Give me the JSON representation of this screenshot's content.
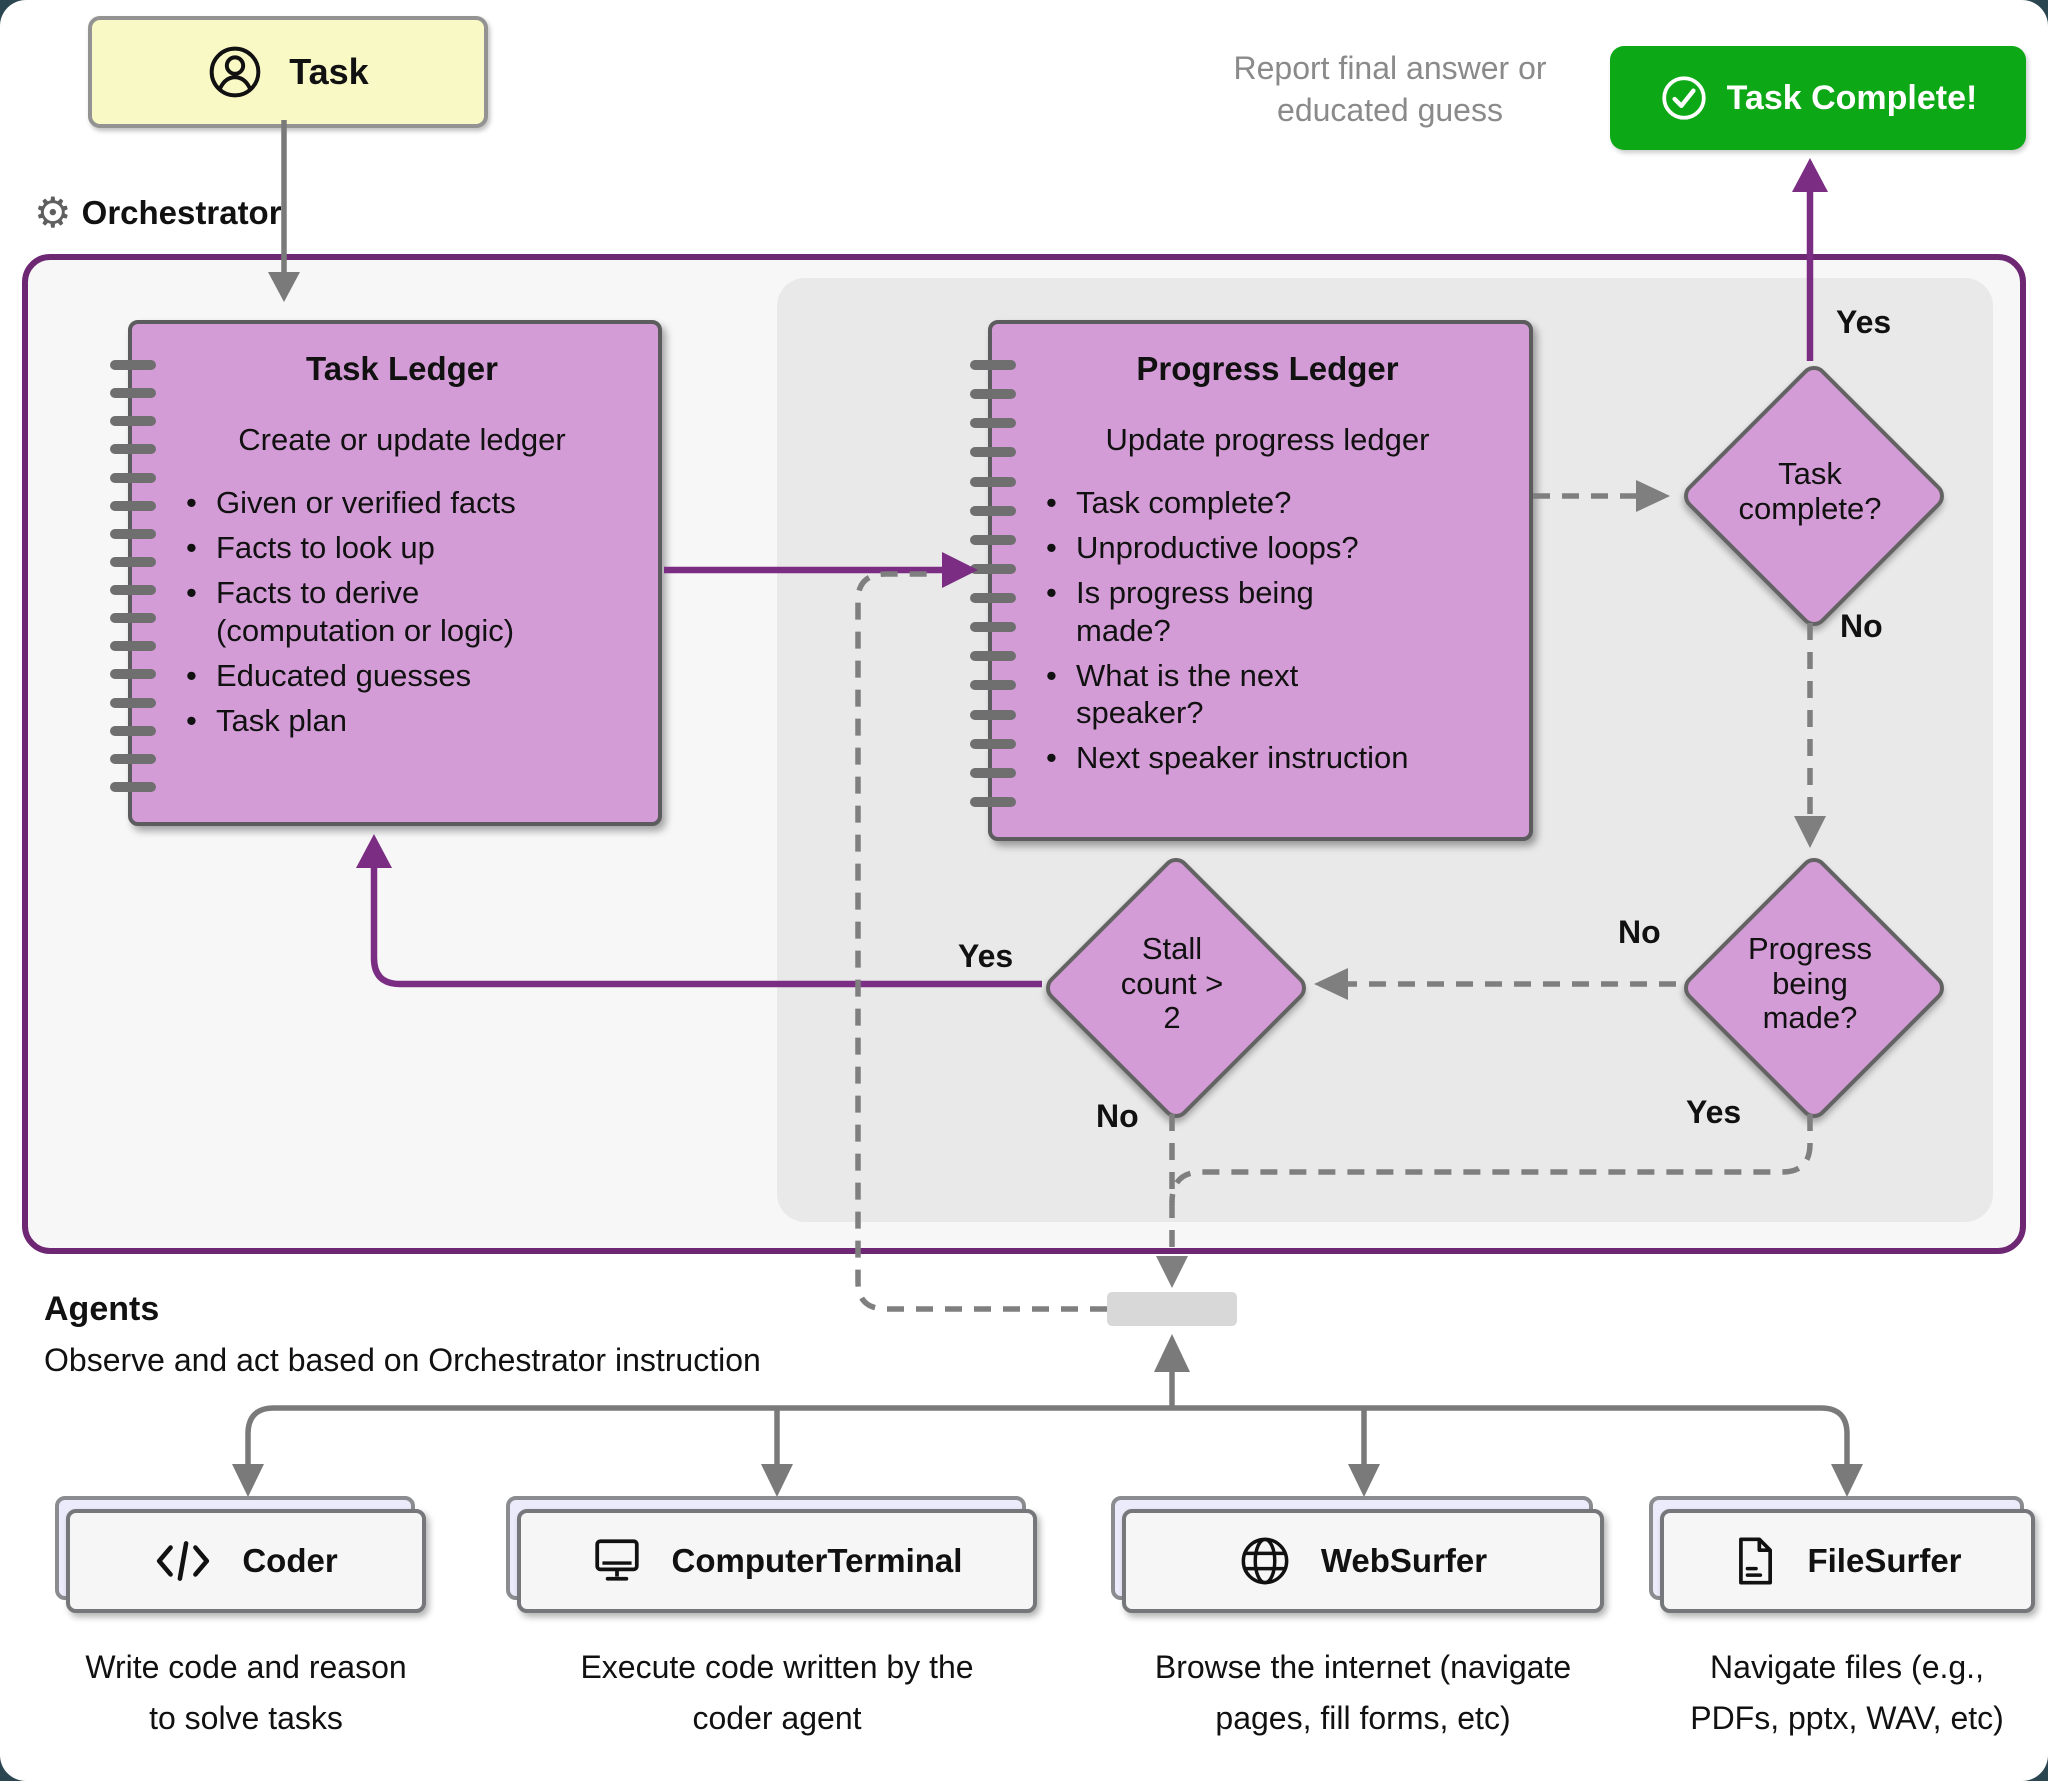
{
  "icons": {
    "gear": "⚙"
  },
  "colors": {
    "orchestrator_border": "#6e2873",
    "purple_arrow": "#7b2d83",
    "ledger_fill": "#d49cd7",
    "task_box_fill": "#f9f9c6",
    "complete_green": "#0ca816",
    "inner_panel": "#e9e9e9",
    "gray_line": "#7a7a7a"
  },
  "task_box": {
    "label": "Task"
  },
  "orchestrator": {
    "label": "Orchestrator"
  },
  "report_note": [
    "Report final answer or",
    "educated guess"
  ],
  "complete_button": {
    "label": "Task Complete!"
  },
  "task_ledger": {
    "title": "Task Ledger",
    "intro": "Create or update ledger",
    "items": [
      "Given or verified facts",
      "Facts to look up",
      "Facts to derive\n(computation or logic)",
      "Educated guesses",
      "Task plan"
    ]
  },
  "progress_ledger": {
    "title": "Progress Ledger",
    "intro": "Update progress ledger",
    "items": [
      "Task complete?",
      "Unproductive loops?",
      "Is progress being\nmade?",
      "What is the next\nspeaker?",
      "Next speaker instruction"
    ]
  },
  "decisions": {
    "task_complete": [
      "Task",
      "complete?"
    ],
    "progress": [
      "Progress",
      "being",
      "made?"
    ],
    "stall": [
      "Stall",
      "count >",
      "2"
    ]
  },
  "edge_labels": {
    "task_yes": "Yes",
    "task_no": "No",
    "progress_no": "No",
    "progress_yes": "Yes",
    "stall_yes": "Yes",
    "stall_no": "No"
  },
  "agents": {
    "heading": "Agents",
    "subheading": "Observe and act based on Orchestrator instruction",
    "cards": [
      {
        "name": "Coder",
        "icon": "code-icon",
        "description": [
          "Write code and reason",
          "to solve tasks"
        ]
      },
      {
        "name": "ComputerTerminal",
        "icon": "monitor-icon",
        "description": [
          "Execute code written by the",
          "coder agent"
        ]
      },
      {
        "name": "WebSurfer",
        "icon": "globe-icon",
        "description": [
          "Browse the internet (navigate",
          "pages, fill forms, etc)"
        ]
      },
      {
        "name": "FileSurfer",
        "icon": "file-icon",
        "description": [
          "Navigate files (e.g.,",
          "PDFs, pptx, WAV, etc)"
        ]
      }
    ]
  }
}
